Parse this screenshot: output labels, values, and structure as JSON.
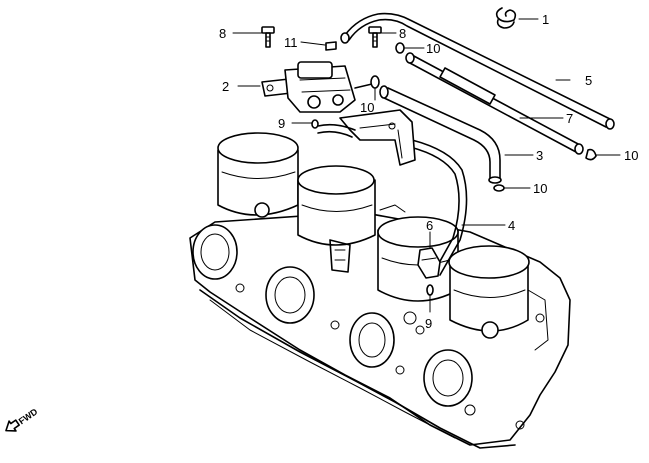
{
  "direction_label": "FWD",
  "callouts": [
    {
      "id": "c1",
      "label": "1"
    },
    {
      "id": "c2",
      "label": "2"
    },
    {
      "id": "c3",
      "label": "3"
    },
    {
      "id": "c4",
      "label": "4"
    },
    {
      "id": "c5",
      "label": "5"
    },
    {
      "id": "c6",
      "label": "6"
    },
    {
      "id": "c7",
      "label": "7"
    },
    {
      "id": "c8a",
      "label": "8"
    },
    {
      "id": "c8b",
      "label": "8"
    },
    {
      "id": "c9a",
      "label": "9"
    },
    {
      "id": "c9b",
      "label": "9"
    },
    {
      "id": "c10a",
      "label": "10"
    },
    {
      "id": "c10b",
      "label": "10"
    },
    {
      "id": "c10c",
      "label": "10"
    },
    {
      "id": "c10d",
      "label": "10"
    },
    {
      "id": "c11",
      "label": "11"
    }
  ]
}
